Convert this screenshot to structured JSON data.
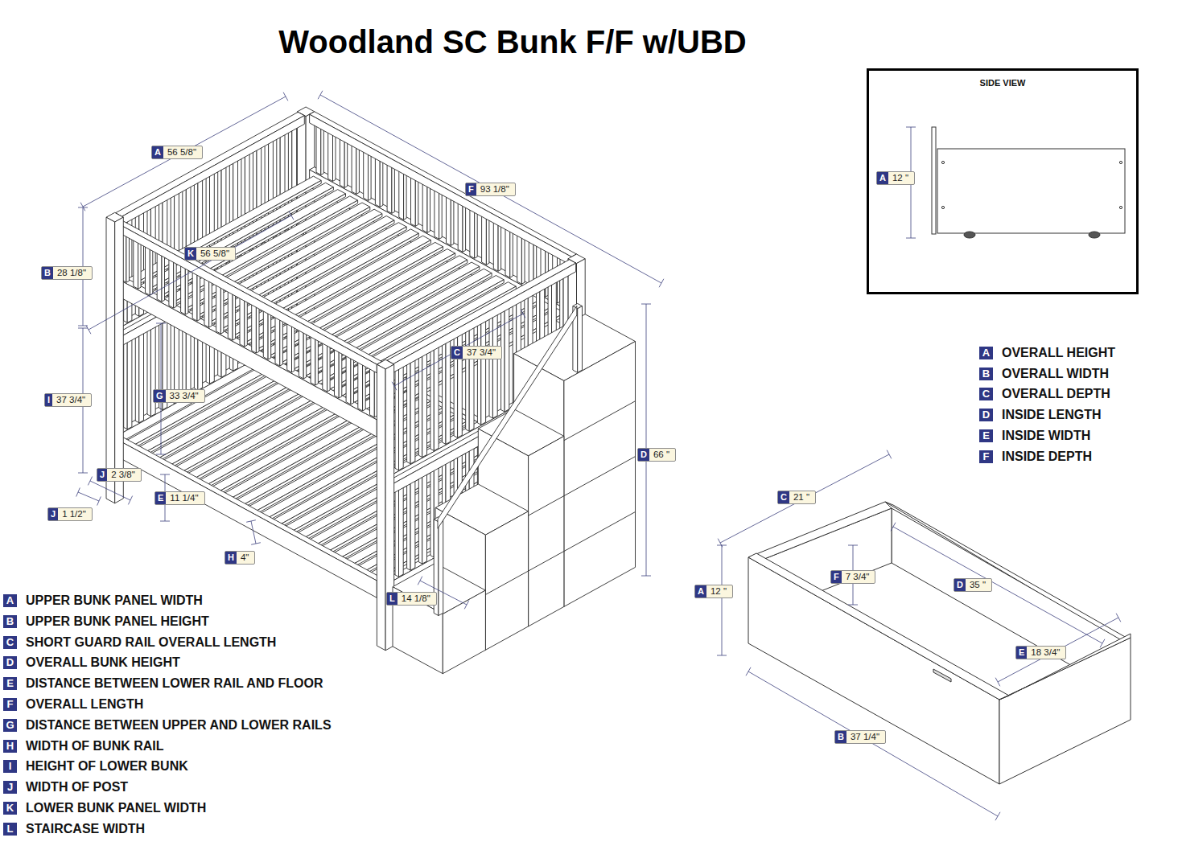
{
  "diagram": {
    "title": "Woodland SC Bunk F/F w/UBD",
    "nodes": [
      {
        "text": [
          "SIDE VIEW"
        ]
      }
    ],
    "labels": [
      "A",
      "56 5/8\"",
      "F",
      "93 1/8\"",
      "K",
      "56 5/8\"",
      "B",
      "28 1/8\"",
      "C",
      "37 3/4\"",
      "I",
      "37 3/4\"",
      "G",
      "33 3/4\"",
      "D",
      "66 \"",
      "J",
      "2 3/8\"",
      "E",
      "11 1/4\"",
      "J",
      "1 1/2\"",
      "H",
      "4\"",
      "L",
      "14 1/8\"",
      "A",
      "12 \"",
      "C",
      "21 \"",
      "A",
      "12 \"",
      "F",
      "7 3/4\"",
      "D",
      "35 \"",
      "E",
      "18 3/4\"",
      "B",
      "37 1/4\"",
      "A",
      "OVERALL HEIGHT",
      "B",
      "OVERALL WIDTH",
      "C",
      "OVERALL DEPTH",
      "D",
      "INSIDE LENGTH",
      "E",
      "INSIDE WIDTH",
      "F",
      "INSIDE DEPTH",
      "A",
      "UPPER BUNK PANEL WIDTH",
      "B",
      "UPPER BUNK PANEL HEIGHT",
      "C",
      "SHORT GUARD RAIL OVERALL LENGTH",
      "D",
      "OVERALL BUNK HEIGHT",
      "E",
      "DISTANCE BETWEEN LOWER RAIL AND FLOOR",
      "F",
      "OVERALL LENGTH",
      "G",
      "DISTANCE BETWEEN UPPER AND LOWER RAILS",
      "H",
      "WIDTH OF BUNK RAIL",
      "I",
      "HEIGHT OF LOWER BUNK",
      "J",
      "WIDTH OF POST",
      "K",
      "LOWER BUNK PANEL WIDTH",
      "L",
      "STAIRCASE WIDTH"
    ]
  }
}
